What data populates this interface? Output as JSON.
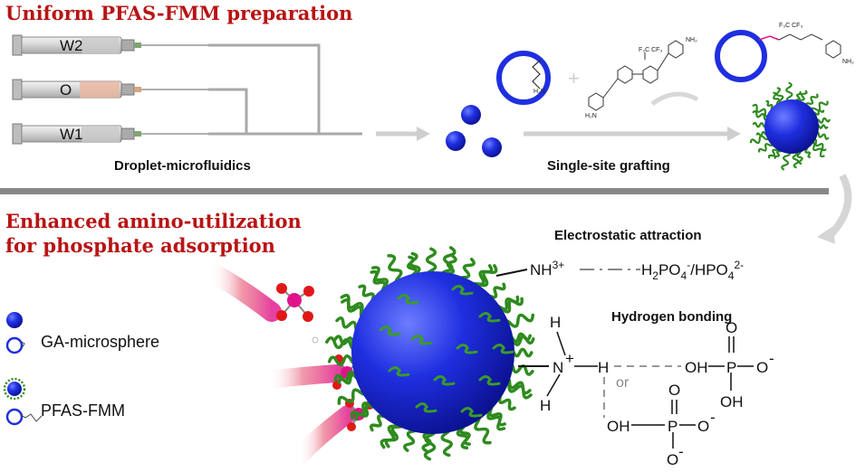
{
  "titles": {
    "top": "Uniform PFAS-FMM preparation",
    "bottom_line1": "Enhanced amino-utilization",
    "bottom_line2": "for phosphate adsorption"
  },
  "syringes": [
    "W2",
    "O",
    "W1"
  ],
  "step_labels": {
    "microfluidics": "Droplet-microfluidics",
    "grafting": "Single-site grafting"
  },
  "legend": {
    "ga": "GA-microsphere",
    "pfas": "PFAS-FMM"
  },
  "mechanism": {
    "electrostatic_title": "Electrostatic attraction",
    "hydrogen_title": "Hydrogen bonding",
    "or_label": "or"
  },
  "colors": {
    "title_red": "#b81414",
    "sphere_blue": "#1f2fe0",
    "chain_green": "#2e8b1e",
    "divider_gray": "#888888",
    "phosphate_magenta": "#e0148a"
  }
}
